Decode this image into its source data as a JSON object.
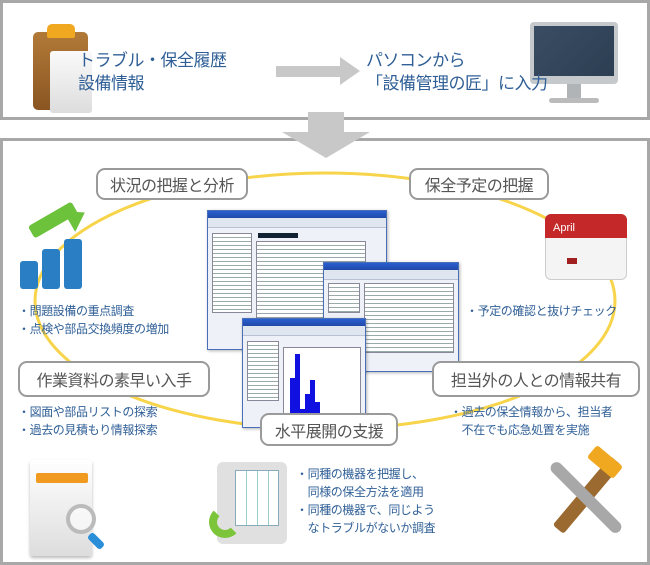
{
  "top": {
    "source_text_line1": "トラブル・保全履歴",
    "source_text_line2": "設備情報",
    "target_text_line1": "パソコンから",
    "target_text_line2": "「設備管理の匠」に入力"
  },
  "cycle": {
    "analysis": {
      "label": "状況の把握と分析",
      "bullets": [
        "・問題設備の重点調査",
        "・点検や部品交換頻度の増加"
      ]
    },
    "schedule": {
      "label": "保全予定の把握",
      "calendar_month": "April",
      "bullets": [
        "・予定の確認と抜けチェック"
      ]
    },
    "documents": {
      "label": "作業資料の素早い入手",
      "bullets": [
        "・図面や部品リストの探索",
        "・過去の見積もり情報探索"
      ]
    },
    "sharing": {
      "label": "担当外の人との情報共有",
      "bullets": [
        "・過去の保全情報から、担当者",
        "　不在でも応急処置を実施"
      ]
    },
    "horizontal": {
      "label": "水平展開の支援",
      "bullets": [
        "・同種の機器を把握し、",
        "　同様の保全方法を適用",
        "・同種の機器で、同じよう",
        "　なトラブルがないか調査"
      ]
    }
  },
  "colors": {
    "accent_text": "#2f5f96",
    "cycle_line": "#f7d44a",
    "border": "#a8a8a8",
    "arrow": "#c8c8c8"
  }
}
